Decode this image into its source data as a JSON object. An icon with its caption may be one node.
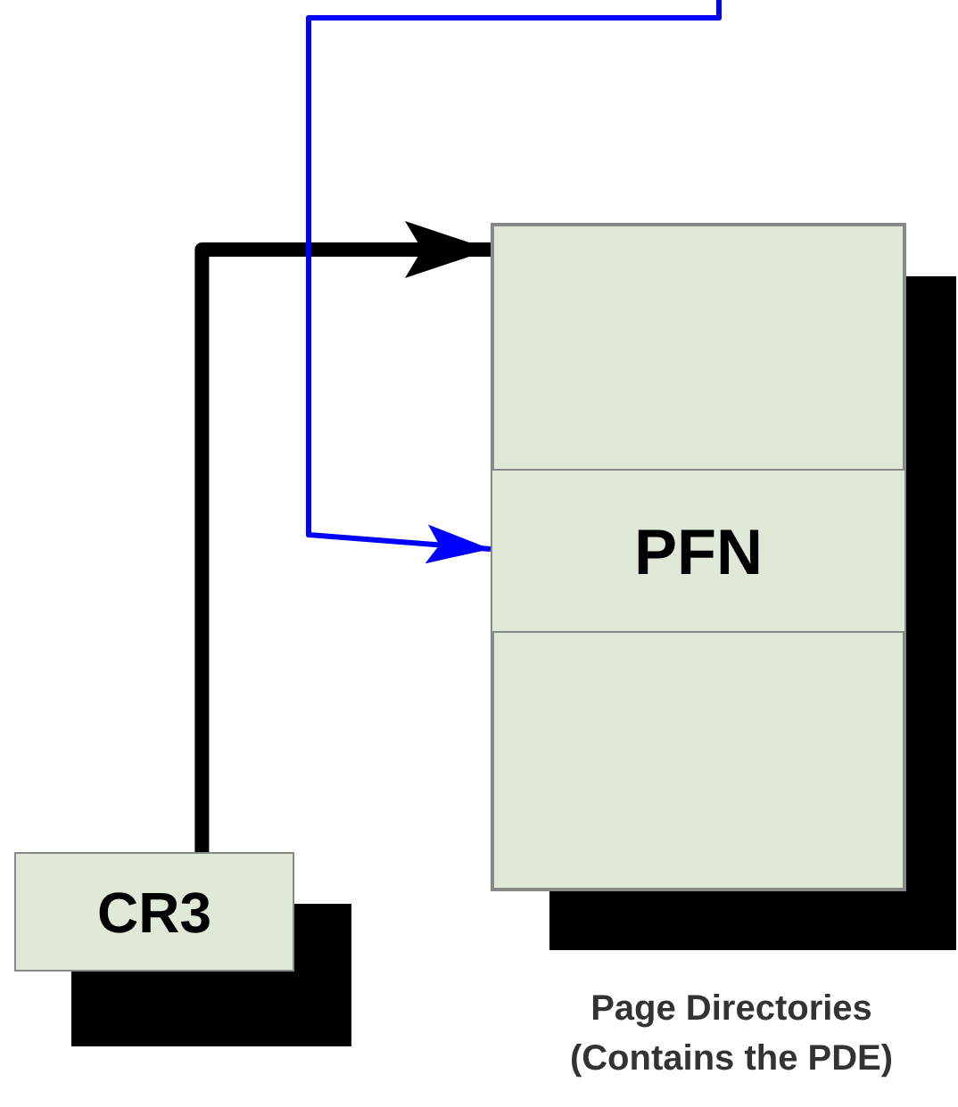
{
  "diagram": {
    "nodes": [
      {
        "text": [],
        "shape": "box",
        "beside": [
          "Page Directories (Contains the PDE)"
        ]
      },
      {
        "text": [],
        "shape": "box",
        "in": 0
      },
      {
        "text": [
          "PFN"
        ],
        "in": 0
      },
      {
        "text": [],
        "shape": "box",
        "in": 0
      },
      {
        "text": [
          "CR3"
        ]
      }
    ],
    "edges": [
      {
        "from": 4,
        "to": 1,
        "arrow": "to",
        "style": "thick"
      },
      {
        "from": null,
        "to": 2,
        "arrow": "to",
        "color": "#0000ff"
      }
    ]
  }
}
